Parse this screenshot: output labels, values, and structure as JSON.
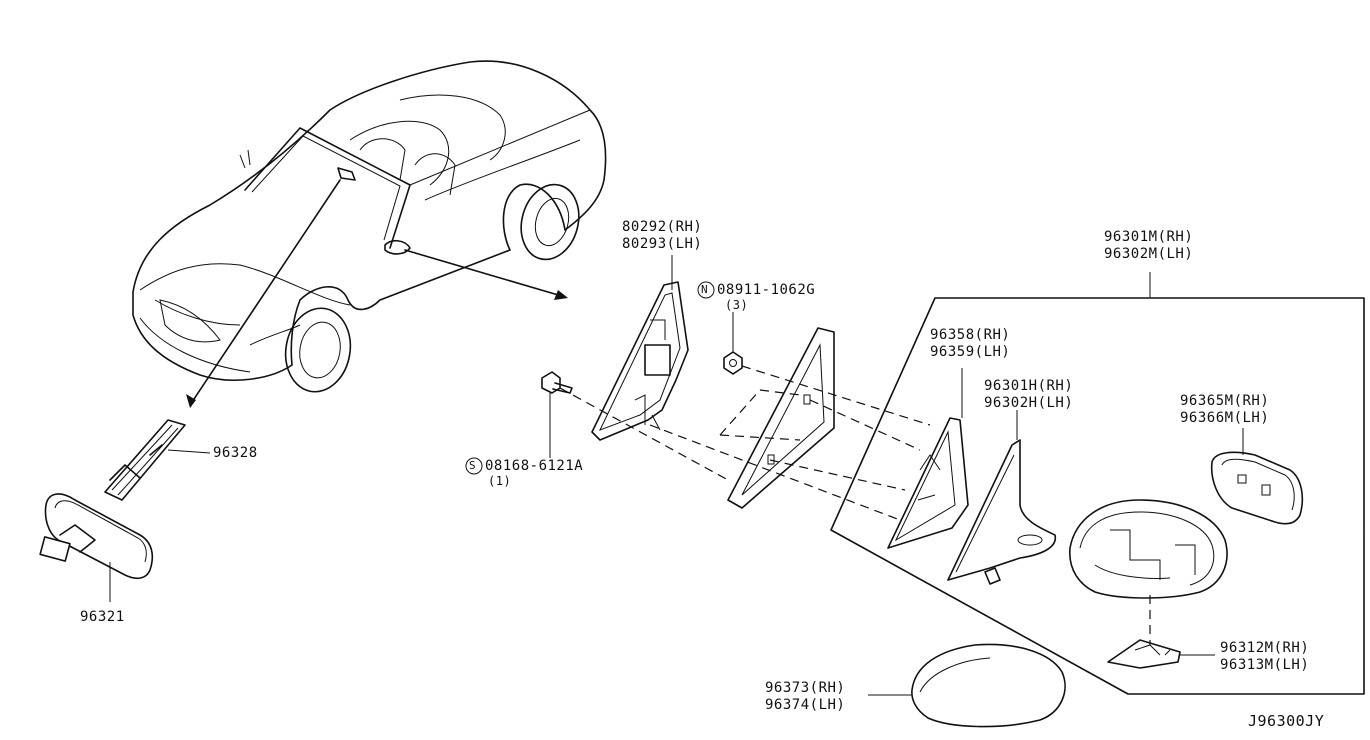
{
  "diagram_code": "J96300JY",
  "parts": {
    "rearview_mirror": "96321",
    "mirror_bracket": "96328",
    "corner_finisher": {
      "rh": "80292(RH)",
      "lh": "80293(LH)"
    },
    "nut": {
      "symbol": "N",
      "part": "08911-1062G",
      "qty": "(3)"
    },
    "screw": {
      "symbol": "S",
      "part": "08168-6121A",
      "qty": "(1)"
    },
    "door_mirror_assy": {
      "rh": "96301M(RH)",
      "lh": "96302M(LH)"
    },
    "mirror_base": {
      "rh": "96358(RH)",
      "lh": "96359(LH)"
    },
    "mirror_body": {
      "rh": "96301H(RH)",
      "lh": "96302H(LH)"
    },
    "mirror_glass": {
      "rh": "96365M(RH)",
      "lh": "96366M(LH)"
    },
    "mirror_motor": {
      "rh": "96312M(RH)",
      "lh": "96313M(LH)"
    },
    "mirror_cover": {
      "rh": "96373(RH)",
      "lh": "96374(LH)"
    }
  }
}
